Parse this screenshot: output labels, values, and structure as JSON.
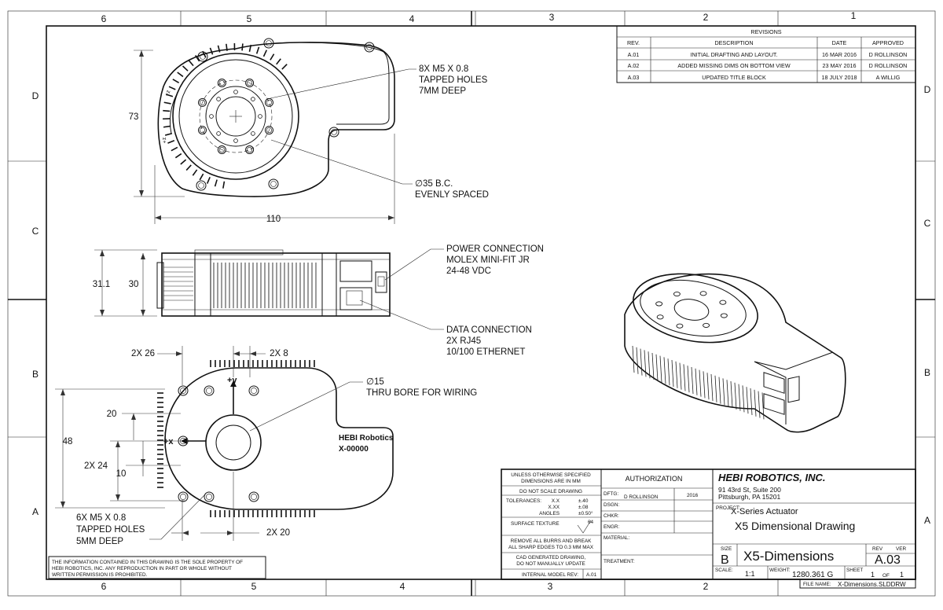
{
  "zones": {
    "top": [
      "6",
      "5",
      "4",
      "3",
      "2",
      "1"
    ],
    "bottom": [
      "6",
      "5",
      "4",
      "3",
      "2",
      "1"
    ],
    "left": [
      "D",
      "C",
      "B",
      "A"
    ],
    "right": [
      "D",
      "C",
      "B",
      "A"
    ]
  },
  "revisions": {
    "title": "REVISIONS",
    "headers": [
      "REV.",
      "DESCRIPTION",
      "DATE",
      "APPROVED"
    ],
    "rows": [
      [
        "A.01",
        "INITIAL DRAFTING AND LAYOUT.",
        "16 MAR 2016",
        "D ROLLINSON"
      ],
      [
        "A.02",
        "ADDED MISSING DIMS ON BOTTOM VIEW",
        "23 MAY 2016",
        "D ROLLINSON"
      ],
      [
        "A.03",
        "UPDATED TITLE BLOCK",
        "18 JULY 2018",
        "A WILLIG"
      ]
    ]
  },
  "notes": {
    "top_holes": [
      "8X M5 X 0.8",
      "TAPPED HOLES",
      "7MM DEEP"
    ],
    "bc": [
      "∅35 B.C.",
      "EVENLY SPACED"
    ],
    "power": [
      "POWER CONNECTION",
      "MOLEX MINI-FIT JR",
      "24-48 VDC"
    ],
    "data": [
      "DATA CONNECTION",
      "2X RJ45",
      "10/100 ETHERNET"
    ],
    "bore": [
      "∅15",
      "THRU BORE FOR WIRING"
    ],
    "bottom_holes": [
      "6X M5 X 0.8",
      "TAPPED HOLES",
      "5MM DEEP"
    ]
  },
  "dims": {
    "d73": "73",
    "d110": "110",
    "d311": "31.1",
    "d30": "30",
    "d2x26": "2X 26",
    "d2x8": "2X 8",
    "d20": "20",
    "d48": "48",
    "d2x24": "2X 24",
    "d10": "10",
    "d2x20": "2X 20"
  },
  "part_labels": {
    "brand": "HEBI Robotics",
    "serial": "X-00000",
    "plus_y": "+y",
    "plus_x": "+x",
    "plus_z": "+z"
  },
  "disclaimer": [
    "THE INFORMATION CONTAINED IN THIS DRAWING IS THE SOLE PROPERTY OF",
    "HEBI ROBOTICS, INC.  ANY REPRODUCTION IN PART OR WHOLE WITHOUT",
    "WRITTEN PERMISSION IS PROHIBITED."
  ],
  "title_block": {
    "unless": [
      "UNLESS OTHERWISE SPECIFIED",
      "DIMENSIONS ARE IN MM"
    ],
    "do_not_scale": "DO NOT SCALE DRAWING",
    "tol_label": "TOLERANCES:",
    "tol_rows": [
      [
        "X.X",
        "±.40"
      ],
      [
        "X.XX",
        "±.08"
      ],
      [
        "ANGLES",
        "±0.50°"
      ]
    ],
    "surface": "SURFACE TEXTURE",
    "surface_val": "64",
    "burrs": [
      "REMOVE ALL BURRS AND BREAK",
      "ALL SHARP EDGES TO 0.3 MM MAX"
    ],
    "cad": [
      "CAD GENERATED DRAWING,",
      "DO NOT MANUALLY UPDATE"
    ],
    "internal": "INTERNAL MODEL REV:",
    "internal_val": "A.01",
    "authorization": "AUTHORIZATION",
    "dftg": "DFTG:",
    "dftg_name": "D ROLLINSON",
    "dftg_year": "2016",
    "dsgn": "DSGN:",
    "chkr": "CHKR:",
    "engr": "ENGR:",
    "material": "MATERIAL:",
    "treatment": "TREATMENT:",
    "company": "HEBI ROBOTICS, INC.",
    "address": [
      "91 43rd St, Suite 200",
      "Pittsburgh, PA 15201"
    ],
    "project_label": "PROJECT:",
    "project": "X-Series Actuator",
    "drawing_title": "X5 Dimensional Drawing",
    "size_label": "SIZE",
    "size": "B",
    "dwg_no": "X5-Dimensions",
    "rev_label": "REV",
    "ver_label": "VER",
    "rev": "A.03",
    "scale_label": "SCALE:",
    "scale": "1:1",
    "weight_label": "WEIGHT:",
    "weight": "1280.361 G",
    "sheet_label": "SHEET",
    "sheet": "1",
    "of": "OF",
    "sheets": "1",
    "file_label": "FILE NAME:",
    "file": "X-Dimensions.SLDDRW"
  }
}
